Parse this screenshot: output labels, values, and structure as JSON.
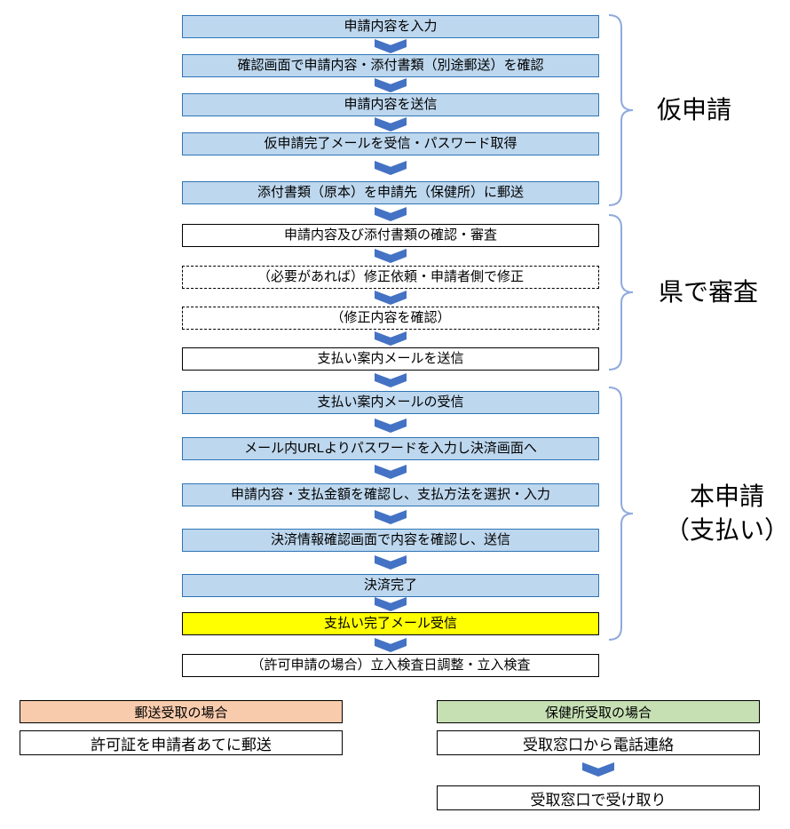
{
  "colors": {
    "box_blue_fill": "#BDD7EE",
    "box_blue_border": "#2E75B6",
    "box_yellow_fill": "#FFFF00",
    "arrow_blue": "#4472C4",
    "bracket_blue": "#8FAADC",
    "branch_left_header_fill": "#F8CBAD",
    "branch_right_header_fill": "#C6E0B4"
  },
  "flow": [
    {
      "label": "申請内容を入力",
      "style": "blue"
    },
    {
      "label": "確認画面で申請内容・添付書類（別途郵送）を確認",
      "style": "blue"
    },
    {
      "label": "申請内容を送信",
      "style": "blue"
    },
    {
      "label": "仮申請完了メールを受信・パスワード取得",
      "style": "blue"
    },
    {
      "label": "添付書類（原本）を申請先（保健所）に郵送",
      "style": "blue"
    },
    {
      "label": "申請内容及び添付書類の確認・審査",
      "style": "white"
    },
    {
      "label": "（必要があれば）修正依頼・申請者側で修正",
      "style": "dashed"
    },
    {
      "label": "（修正内容を確認）",
      "style": "dashed"
    },
    {
      "label": "支払い案内メールを送信",
      "style": "white"
    },
    {
      "label": "支払い案内メールの受信",
      "style": "blue"
    },
    {
      "label": "メール内URLよりパスワードを入力し決済画面へ",
      "style": "blue"
    },
    {
      "label": "申請内容・支払金額を確認し、支払方法を選択・入力",
      "style": "blue"
    },
    {
      "label": "決済情報確認画面で内容を確認し、送信",
      "style": "blue"
    },
    {
      "label": "決済完了",
      "style": "blue"
    },
    {
      "label": "支払い完了メール受信",
      "style": "yellow"
    },
    {
      "label": "（許可申請の場合）立入検査日調整・立入検査",
      "style": "white"
    }
  ],
  "phases": [
    {
      "label": "仮申請"
    },
    {
      "label": "県で審査"
    },
    {
      "label_line1": "本申請",
      "label_line2": "（支払い）"
    }
  ],
  "branches": {
    "left": {
      "header": "郵送受取の場合",
      "steps": [
        {
          "label": "許可証を申請者あてに郵送"
        }
      ]
    },
    "right": {
      "header": "保健所受取の場合",
      "steps": [
        {
          "label": "受取窓口から電話連絡"
        },
        {
          "label": "受取窓口で受け取り"
        }
      ]
    }
  }
}
